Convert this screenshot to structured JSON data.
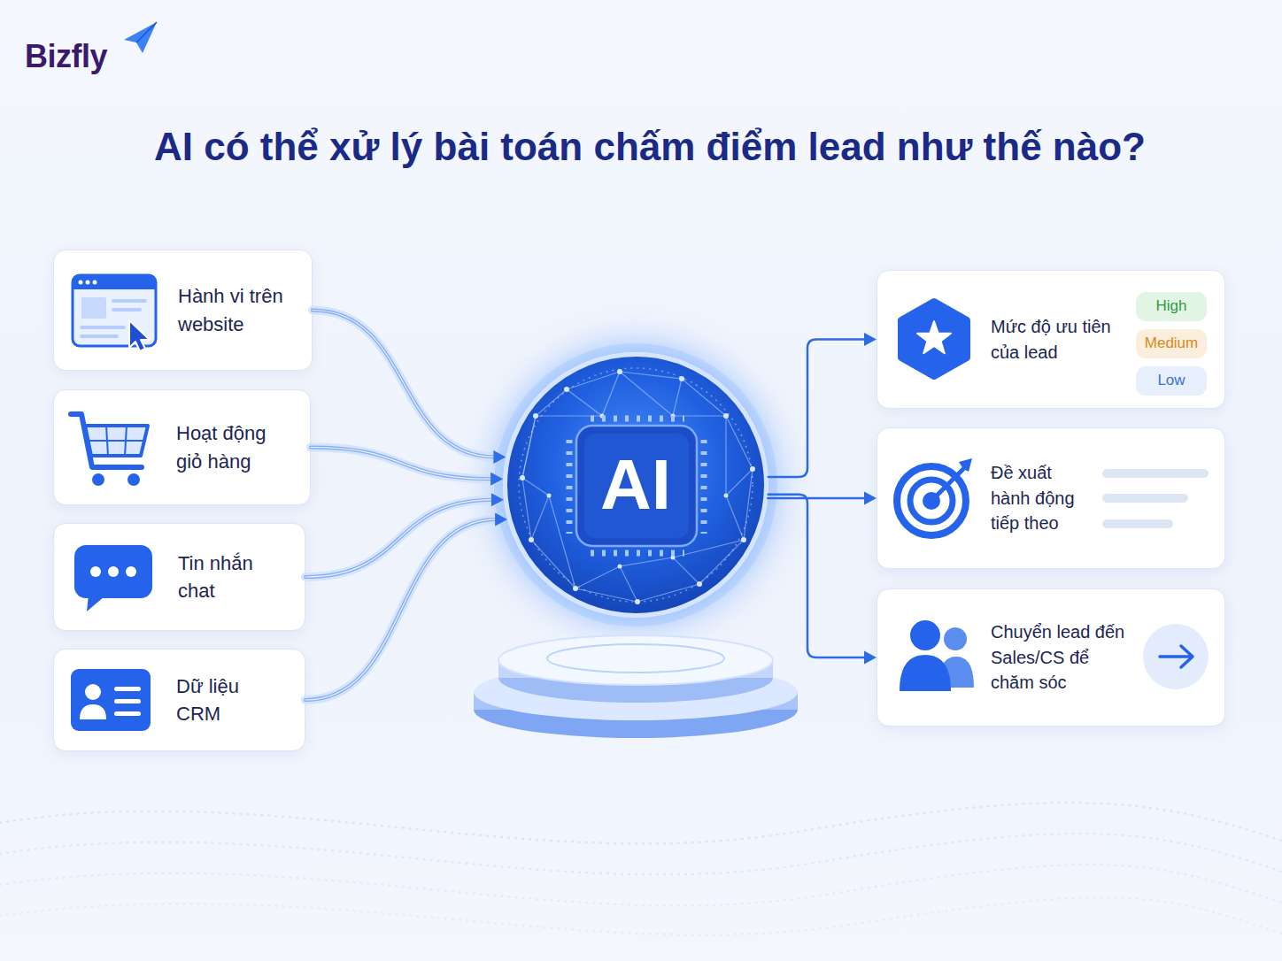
{
  "diagram": {
    "title": "AI có thể xử lý bài toán chấm điểm lead như thế nào?",
    "nodes": [
      {
        "text": [
          "Hành vi trên website"
        ]
      },
      {
        "text": [
          "Hoạt động giỏ hàng"
        ]
      },
      {
        "text": [
          "Tin nhắn chat"
        ]
      },
      {
        "text": [
          "Dữ liệu CRM"
        ]
      },
      {
        "text": [
          "AI"
        ]
      },
      {
        "text": [
          "Mức độ ưu tiên của lead"
        ]
      },
      {
        "text": [
          "High"
        ],
        "in": 5
      },
      {
        "text": [
          "Medium"
        ],
        "in": 5
      },
      {
        "text": [
          "Low"
        ],
        "in": 5
      },
      {
        "text": [
          "Đề xuất hành động tiếp theo"
        ]
      },
      {
        "text": [
          "Chuyển lead đến Sales/CS để chăm sóc"
        ]
      }
    ],
    "edges": [
      {
        "from": 0,
        "to": 4,
        "arrow": "to"
      },
      {
        "from": 1,
        "to": 4,
        "arrow": "to"
      },
      {
        "from": 2,
        "to": 4,
        "arrow": "to"
      },
      {
        "from": 3,
        "to": 4,
        "arrow": "to"
      },
      {
        "from": 4,
        "to": 5,
        "arrow": "to"
      },
      {
        "from": 4,
        "to": 9,
        "arrow": "to"
      },
      {
        "from": 4,
        "to": 10,
        "arrow": "to"
      }
    ],
    "labels": [
      "Bizfly"
    ]
  }
}
